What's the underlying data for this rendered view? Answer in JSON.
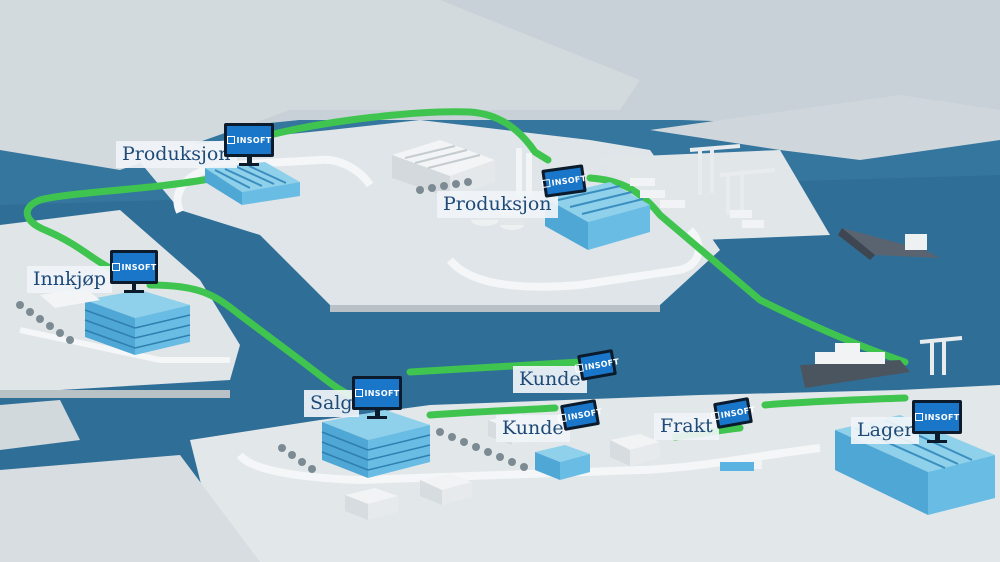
{
  "brand_text": "INSOFT",
  "colors": {
    "water": "#2f6f97",
    "land": "#dde3e6",
    "flow": "#3fc44f",
    "label_text": "#1e4a78",
    "screen": "#1976c8"
  },
  "nodes": [
    {
      "id": "produksjon-1",
      "label": "Produksjon",
      "icon": "monitor-icon"
    },
    {
      "id": "produksjon-2",
      "label": "Produksjon",
      "icon": "monitor-icon"
    },
    {
      "id": "innkjop",
      "label": "Innkjøp",
      "icon": "monitor-icon"
    },
    {
      "id": "salg",
      "label": "Salg",
      "icon": "monitor-icon"
    },
    {
      "id": "kunde-1",
      "label": "Kunde",
      "icon": "tablet-icon"
    },
    {
      "id": "kunde-2",
      "label": "Kunde",
      "icon": "tablet-icon"
    },
    {
      "id": "frakt",
      "label": "Frakt",
      "icon": "tablet-icon"
    },
    {
      "id": "lager",
      "label": "Lager",
      "icon": "monitor-icon"
    }
  ]
}
